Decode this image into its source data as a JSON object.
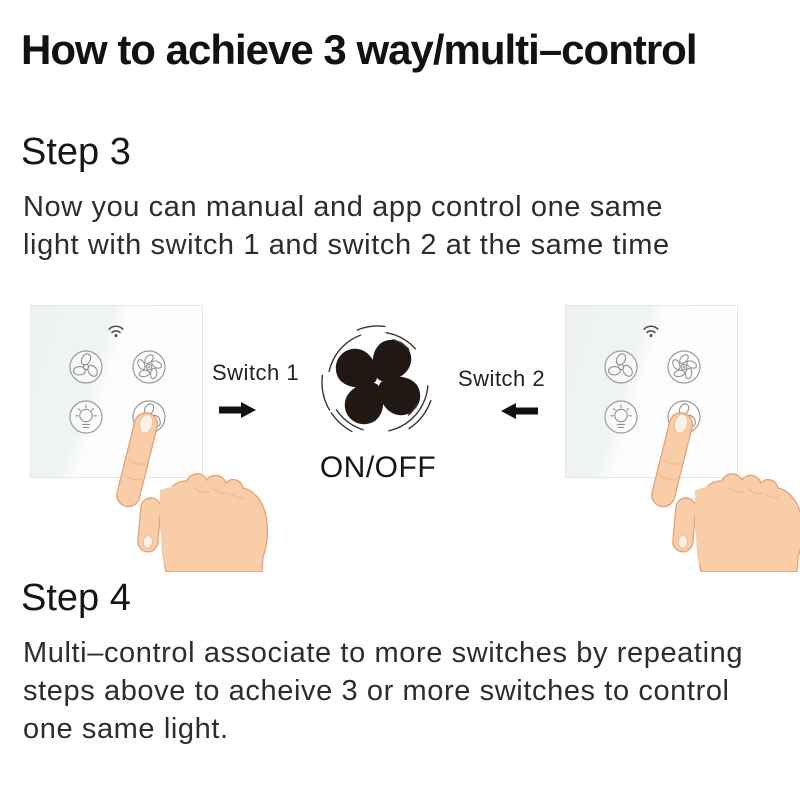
{
  "title": "How to achieve 3 way/multi–control",
  "step3": {
    "heading": "Step 3",
    "lines": [
      "Now you can manual and app control one same",
      "light with switch 1 and switch 2 at the same time"
    ]
  },
  "diagram": {
    "switch1_label": "Switch 1",
    "switch2_label": "Switch 2",
    "onoff_label": "ON/OFF",
    "icons": {
      "panel_status": "wifi-icon",
      "button_top_left": "fan-icon",
      "button_top_right": "fan-swirl-icon",
      "button_bottom_left": "light-bulb-icon",
      "button_bottom_right": "fan-icon",
      "center": "ceiling-fan-icon",
      "left_pointer": "pointing-hand",
      "right_pointer": "pointing-hand",
      "arrow_after_switch1": "arrow-right-icon",
      "arrow_after_switch2": "arrow-left-icon"
    }
  },
  "step4": {
    "heading": "Step 4",
    "lines": [
      "Multi–control associate to more switches by repeating",
      "steps above to acheive 3 or more switches to control",
      "one same light."
    ]
  },
  "colors": {
    "title_text": "#121212",
    "heading_text": "#161616",
    "body_text": "#2d2d2d",
    "panel_tint": "#eef3f0",
    "panel_border": "#e6e6e6",
    "button_stroke": "#9a9a9a",
    "icon_stroke": "#8f8f8f",
    "hand_skin": "#f9cda7",
    "hand_outline": "#e49d72",
    "hand_shade": "#f1b98f",
    "hand_nail": "#fdf0e5",
    "fan_black": "#221813",
    "arrow_black": "#111111"
  }
}
